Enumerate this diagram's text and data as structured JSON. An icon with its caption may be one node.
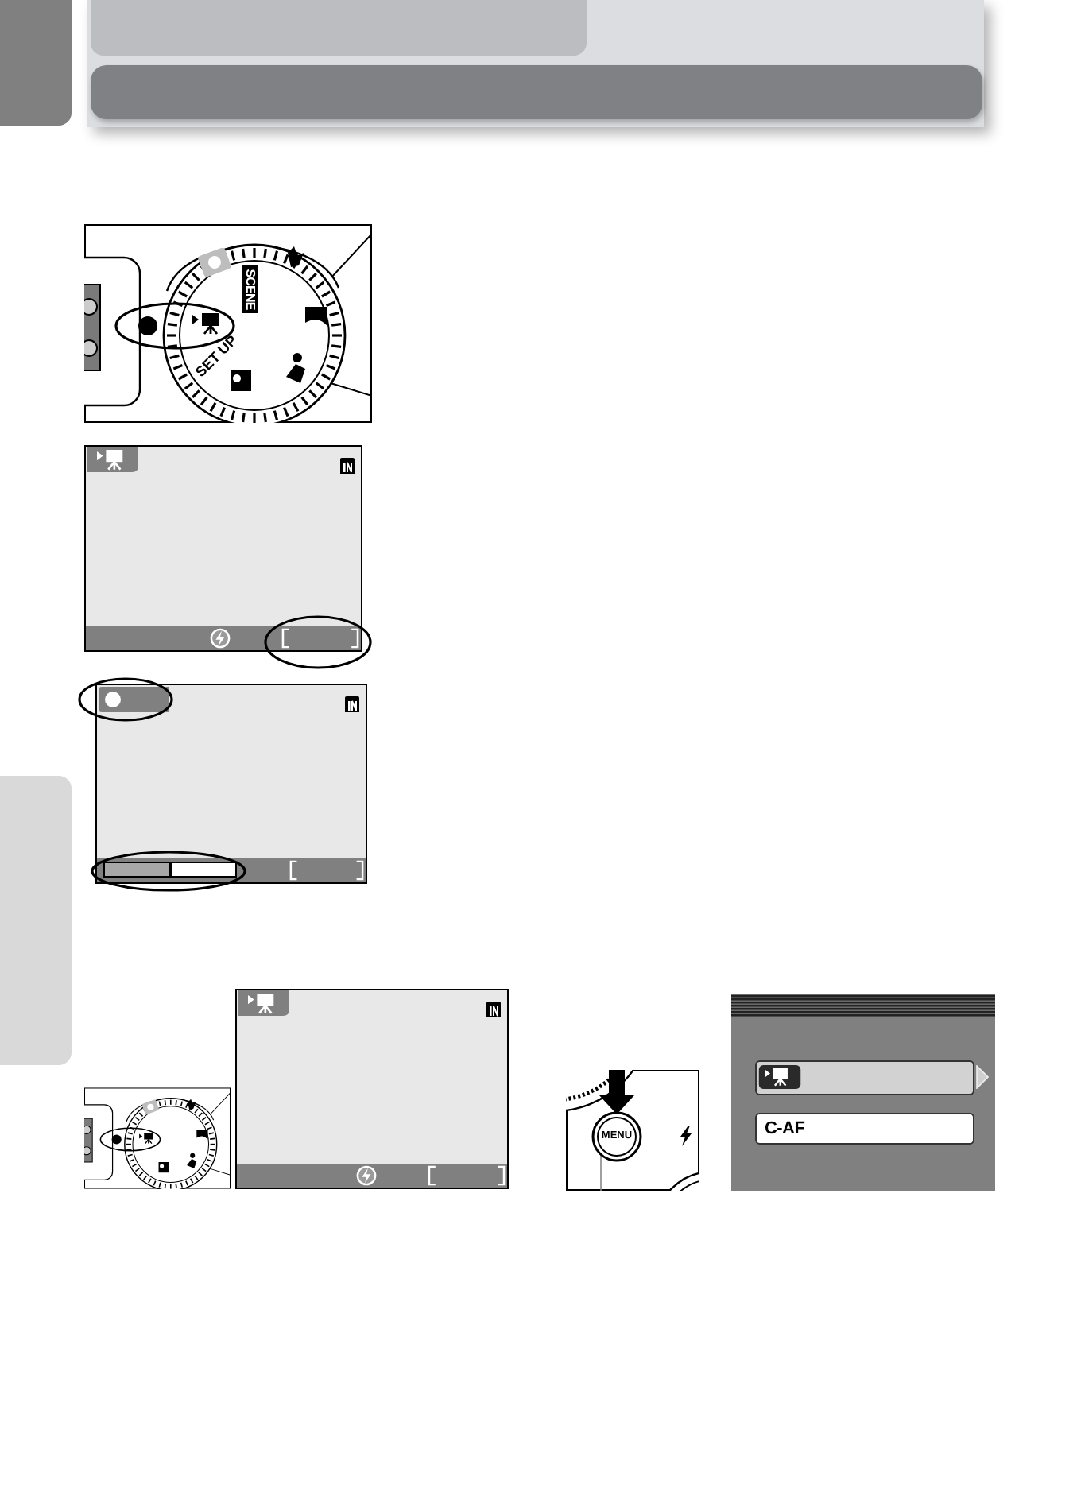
{
  "diagram": {
    "nodes": [
      {
        "text": [],
        "shape": "bar"
      },
      {
        "text": [],
        "shape": "panel"
      },
      {
        "text": [],
        "shape": "bar",
        "in": 1
      },
      {
        "text": [],
        "shape": "bar",
        "in": 1
      },
      {
        "text": [],
        "shape": "bar"
      },
      {
        "text": [],
        "shape": "box"
      },
      {
        "text": [
          "C-AF"
        ]
      }
    ],
    "labels": [
      "SCENE",
      "SET UP",
      "MENU"
    ]
  }
}
